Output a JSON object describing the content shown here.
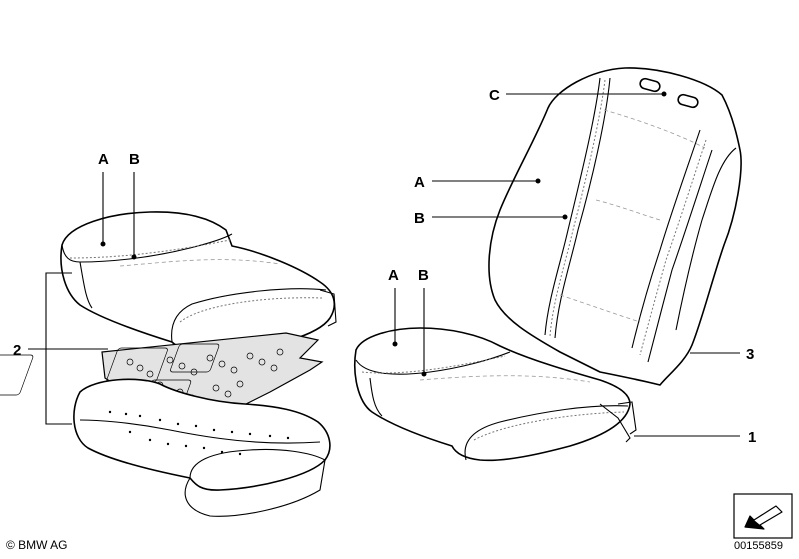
{
  "labels": {
    "left_a": "A",
    "left_b": "B",
    "left_2": "2",
    "center_a": "A",
    "center_b": "B",
    "right_a": "A",
    "right_b": "B",
    "right_c": "C",
    "right_3": "3",
    "right_1": "1"
  },
  "footer": {
    "copyright": "© BMW AG",
    "document_number": "00155859"
  },
  "icons": {
    "orientation_arrow": "arrow-icon"
  }
}
